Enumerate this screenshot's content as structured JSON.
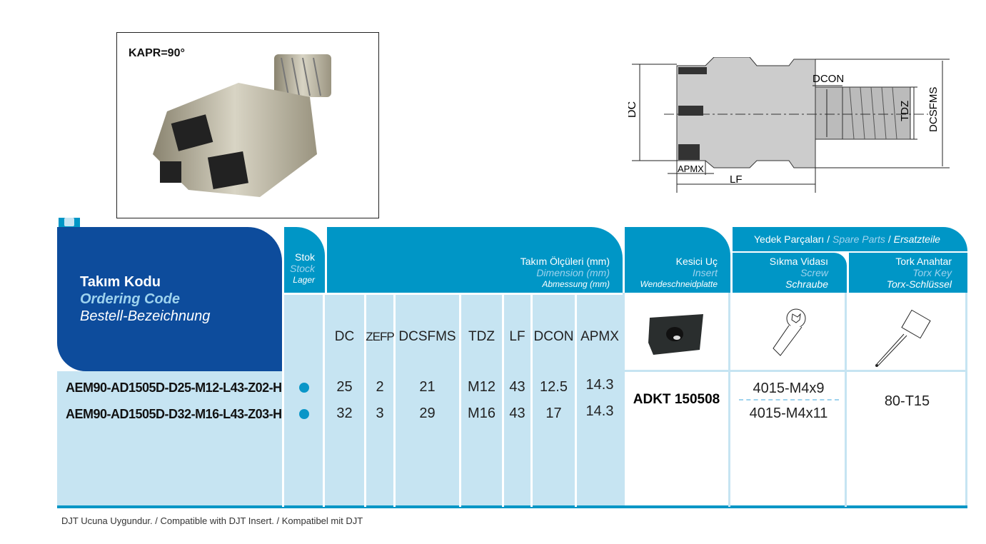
{
  "photo": {
    "label": "KAPR=90°"
  },
  "drawing": {
    "labels": {
      "dc": "DC",
      "dcon": "DCON",
      "tdz": "TDZ",
      "dcsfms": "DCSFMS",
      "apmx": "APMX",
      "lf": "LF"
    }
  },
  "header": {
    "code": {
      "tr": "Takım Kodu",
      "en": "Ordering Code",
      "de": "Bestell-Bezeichnung"
    },
    "stock": {
      "tr": "Stok",
      "en": "Stock",
      "de": "Lager"
    },
    "dims": {
      "tr": "Takım Ölçüleri (mm)",
      "en": "Dimension (mm)",
      "de": "Abmessung (mm)"
    },
    "insert": {
      "tr": "Kesici Uç",
      "en": "Insert",
      "de": "Wendeschneidplatte"
    },
    "spare": {
      "tr": "Yedek Parçaları",
      "en": "Spare Parts",
      "de": "Ersatzteile",
      "sep": "/"
    },
    "screw": {
      "tr": "Sıkma Vidası",
      "en": "Screw",
      "de": "Schraube"
    },
    "key": {
      "tr": "Tork Anahtar",
      "en": "Torx Key",
      "de": "Torx-Schlüssel"
    },
    "columns": [
      "DC",
      "ZEFP",
      "DCSFMS",
      "TDZ",
      "LF",
      "DCON",
      "APMX"
    ]
  },
  "rows": [
    {
      "code": "AEM90-AD1505D-D25-M12-L43-Z02-H",
      "stock": true,
      "values": [
        "25",
        "2",
        "21",
        "M12",
        "43",
        "12.5",
        "14.3"
      ],
      "screw": "4015-M4x9"
    },
    {
      "code": "AEM90-AD1505D-D32-M16-L43-Z03-H",
      "stock": true,
      "values": [
        "32",
        "3",
        "29",
        "M16",
        "43",
        "17",
        "14.3"
      ],
      "screw": "4015-M4x11"
    }
  ],
  "insert_code": "ADKT 150508",
  "key_code": "80-T15",
  "footer": "DJT Ucuna Uygundur. / Compatible with DJT Insert. / Kompatibel mit DJT",
  "colors": {
    "dark": "#0d4c9c",
    "teal": "#0096c6",
    "light": "#c6e4f2",
    "stock_dot": "#0a96c8"
  }
}
